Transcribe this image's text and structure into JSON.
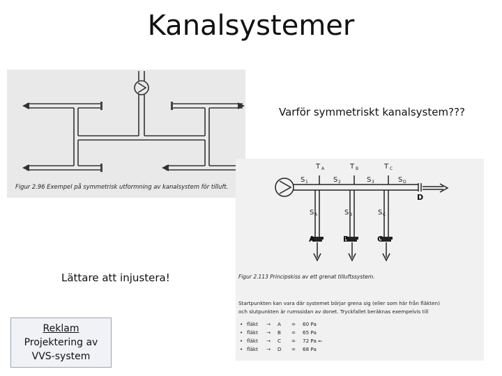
{
  "slide": {
    "title": "Kanalsystemer",
    "question": "Varför symmetriskt kanalsystem???",
    "easier": "Lättare att injustera!",
    "reklam": [
      "Reklam",
      "Projektering av",
      "VVS-system"
    ]
  },
  "figure1": {
    "caption": "Figur 2.96  Exempel på symmetrisk utformning av kanalsystem för tilluft."
  },
  "figure2": {
    "labels": {
      "T": [
        "T",
        "T",
        "T"
      ],
      "Tsub": [
        "A",
        "B",
        "C"
      ],
      "S": [
        "S",
        "S",
        "S",
        "S"
      ],
      "Ssub": [
        "1",
        "2",
        "3",
        "D"
      ],
      "SV": [
        "S",
        "S",
        "S"
      ],
      "SVsub": [
        "A",
        "B",
        "C"
      ],
      "outlets": [
        "A",
        "B",
        "C"
      ],
      "end": "D"
    },
    "caption": "Figur 2.113  Principskiss av ett grenat tilluftssystem.",
    "text_lines": [
      "Startpunkten kan vara där systemet börjar grena sig (eller som här från fläkten)",
      "och slutpunkten är rumssidan av donet. Tryckfallet beräknas exempelvis till"
    ],
    "list": [
      {
        "from": "fläkt",
        "to": "A",
        "val": "60 Pa"
      },
      {
        "from": "fläkt",
        "to": "B",
        "val": "65 Pa"
      },
      {
        "from": "fläkt",
        "to": "C",
        "val": "72 Pa ⇐"
      },
      {
        "from": "fläkt",
        "to": "D",
        "val": "68 Pa"
      }
    ]
  }
}
